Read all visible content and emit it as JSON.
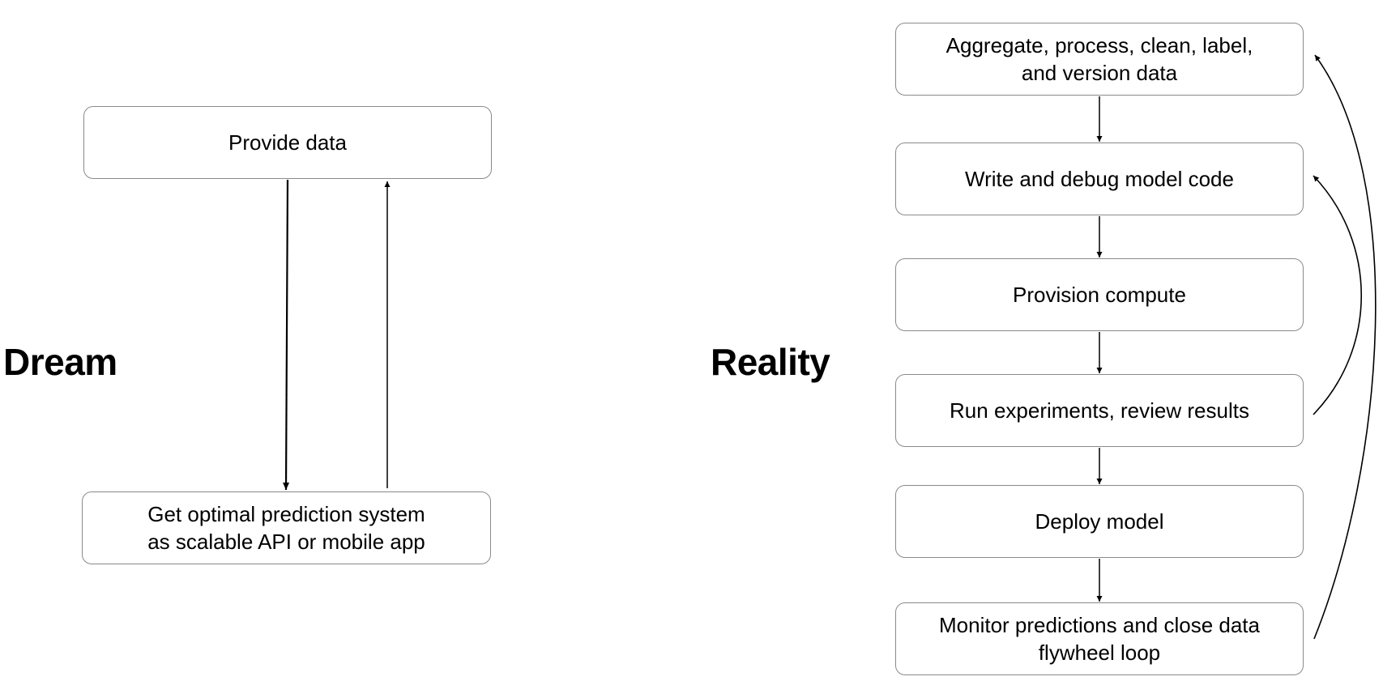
{
  "dream": {
    "heading": "Dream",
    "boxes": {
      "provide": "Provide data",
      "get": "Get optimal prediction system\nas scalable API or mobile app"
    }
  },
  "reality": {
    "heading": "Reality",
    "steps": [
      "Aggregate, process, clean, label,\nand version data",
      "Write and debug model code",
      "Provision compute",
      "Run experiments, review results",
      "Deploy model",
      "Monitor predictions and close data\nflywheel loop"
    ]
  }
}
